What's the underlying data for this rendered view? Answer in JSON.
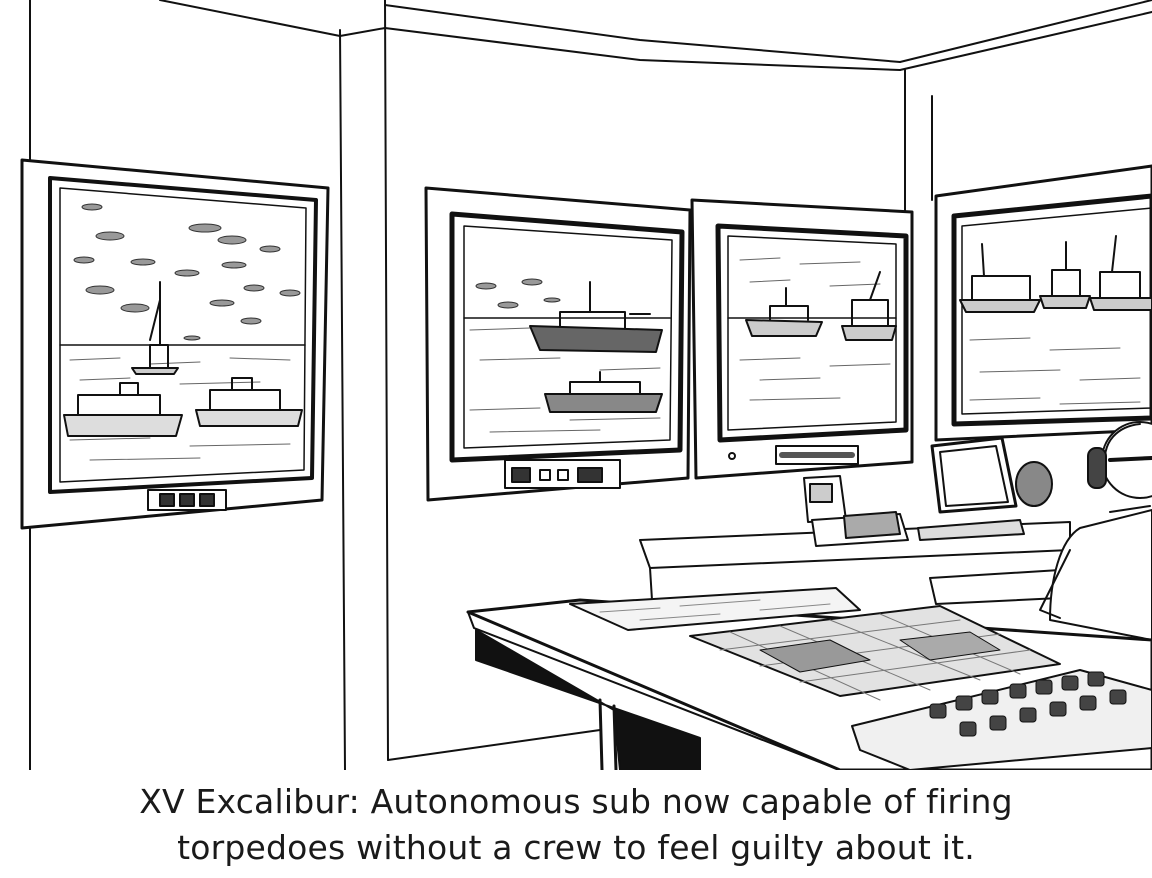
{
  "caption": {
    "line1": "XV Excalibur: Autonomous sub now capable of firing",
    "line2": "torpedoes without a crew to feel guilty about it."
  },
  "illustration": {
    "style": "black-and-white pencil sketch",
    "palette": {
      "ink": "#111111",
      "paper": "#ffffff",
      "shade": "#bdbdbd"
    }
  }
}
